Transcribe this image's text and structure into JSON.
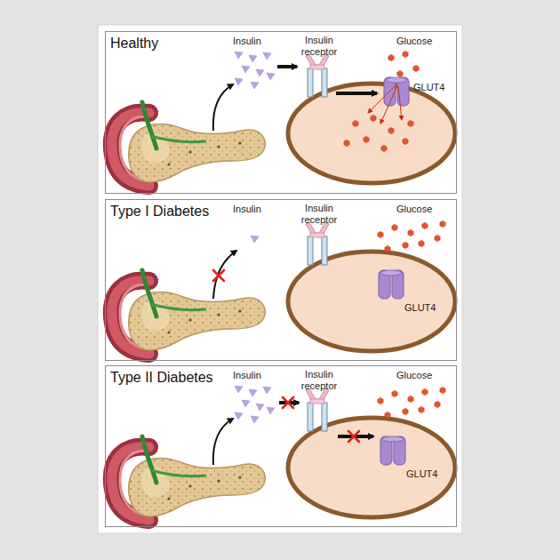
{
  "diagram": {
    "nodes": [
      {
        "text": [
          "Healthy"
        ]
      },
      {
        "text": [
          "Type I Diabetes"
        ]
      },
      {
        "text": [
          "Type II Diabetes"
        ]
      }
    ],
    "labels": [
      "Insulin",
      "Insulin receptor",
      "Glucose",
      "GLUT4",
      "Insulin",
      "Insulin receptor",
      "Glucose",
      "GLUT4",
      "Insulin",
      "Insulin receptor",
      "Glucose",
      "GLUT4"
    ]
  }
}
